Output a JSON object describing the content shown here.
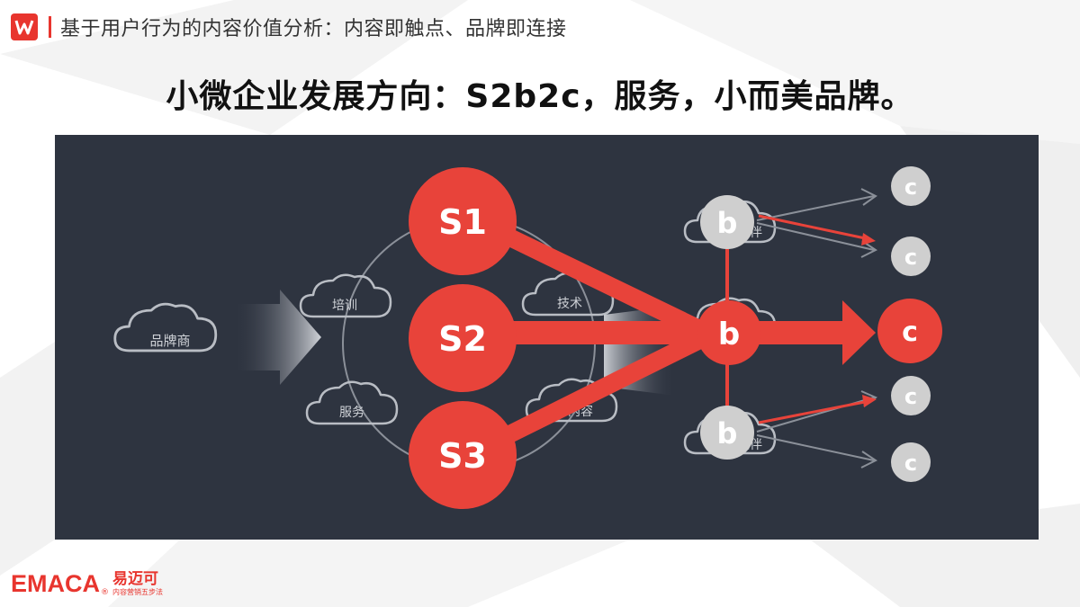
{
  "header": {
    "logo_icon": "w-logo-icon",
    "subtitle": "基于用户行为的内容价值分析：内容即触点、品牌即连接"
  },
  "title": "小微企业发展方向：S2b2c，服务，小而美品牌。",
  "diagram": {
    "brand_node": "品牌商",
    "ring_nodes": [
      "培训",
      "服务",
      "技术",
      "内容"
    ],
    "supplier_nodes": [
      "S1",
      "S2",
      "S3"
    ],
    "partner_nodes": [
      "伙伴",
      "伙伴"
    ],
    "b_nodes": [
      "b",
      "b",
      "b"
    ],
    "c_nodes": [
      "c",
      "c",
      "c",
      "c",
      "c"
    ],
    "colors": {
      "accent": "#e8433a",
      "panel": "#2e3440",
      "gray_node": "#cfcfcf"
    }
  },
  "footer": {
    "brand_en": "EMACA",
    "brand_cn": "易迈可",
    "slogan": "内容营销五步法",
    "reg_mark": "®"
  }
}
